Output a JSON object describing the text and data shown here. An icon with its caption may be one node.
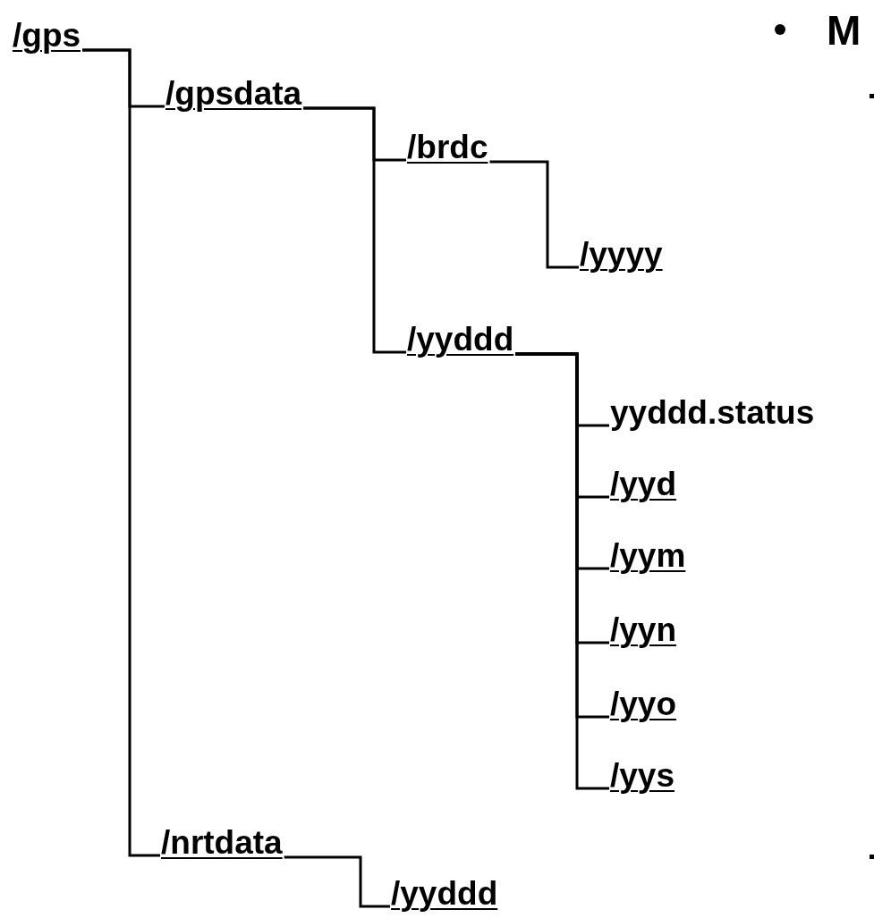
{
  "diagram": {
    "nodes": [
      {
        "text": [
          "/gps"
        ]
      },
      {
        "text": [
          "/gpsdata"
        ]
      },
      {
        "text": [
          "/brdc"
        ]
      },
      {
        "text": [
          "/yyyy"
        ]
      },
      {
        "text": [
          "/yyddd"
        ]
      },
      {
        "text": [
          "yyddd.status"
        ]
      },
      {
        "text": [
          "/yyd"
        ]
      },
      {
        "text": [
          "/yym"
        ]
      },
      {
        "text": [
          "/yyn"
        ]
      },
      {
        "text": [
          "/yyo"
        ]
      },
      {
        "text": [
          "/yys"
        ]
      },
      {
        "text": [
          "/nrtdata"
        ]
      },
      {
        "text": [
          "/yyddd"
        ]
      }
    ],
    "edges": [
      {
        "from": 0,
        "to": 1,
        "arrow": "none"
      },
      {
        "from": 0,
        "to": 11,
        "arrow": "none"
      },
      {
        "from": 1,
        "to": 2,
        "arrow": "none"
      },
      {
        "from": 1,
        "to": 4,
        "arrow": "none"
      },
      {
        "from": 2,
        "to": 3,
        "arrow": "none"
      },
      {
        "from": 4,
        "to": 5,
        "arrow": "none"
      },
      {
        "from": 4,
        "to": 6,
        "arrow": "none"
      },
      {
        "from": 4,
        "to": 7,
        "arrow": "none"
      },
      {
        "from": 4,
        "to": 8,
        "arrow": "none"
      },
      {
        "from": 4,
        "to": 9,
        "arrow": "none"
      },
      {
        "from": 4,
        "to": 10,
        "arrow": "none"
      },
      {
        "from": 11,
        "to": 12,
        "arrow": "none"
      }
    ],
    "labels": [
      "M"
    ]
  }
}
